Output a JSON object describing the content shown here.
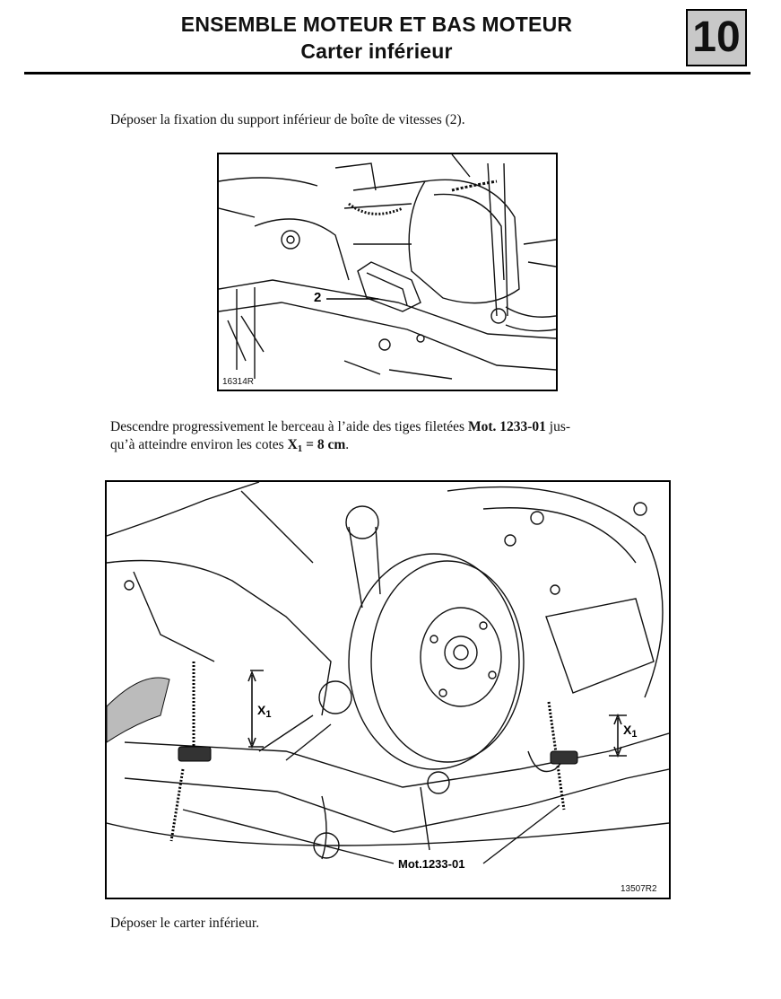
{
  "header": {
    "title_line1": "ENSEMBLE MOTEUR ET BAS MOTEUR",
    "title_line2": "Carter inférieur",
    "chapter_number": "10"
  },
  "content": {
    "step1": "Déposer la fixation du support inférieur de boîte de vitesses (2).",
    "figure1": {
      "ref": "16314R",
      "callout": "2"
    },
    "step2_part1": "Descendre progressivement le berceau à l’aide des tiges filetées ",
    "step2_tool": "Mot. 1233-01",
    "step2_part2": " jus-",
    "step2_line2_part1": "qu’à atteindre environ les cotes ",
    "step2_dim_letter": "X",
    "step2_dim_sub": "1",
    "step2_dim_value": " = 8 cm",
    "step2_end": ".",
    "figure2": {
      "ref": "13507R2",
      "callout_tool": "Mot.1233-01",
      "dim_label_left": "X",
      "dim_label_right": "X",
      "dim_sub": "1"
    },
    "step3": "Déposer le carter inférieur."
  }
}
